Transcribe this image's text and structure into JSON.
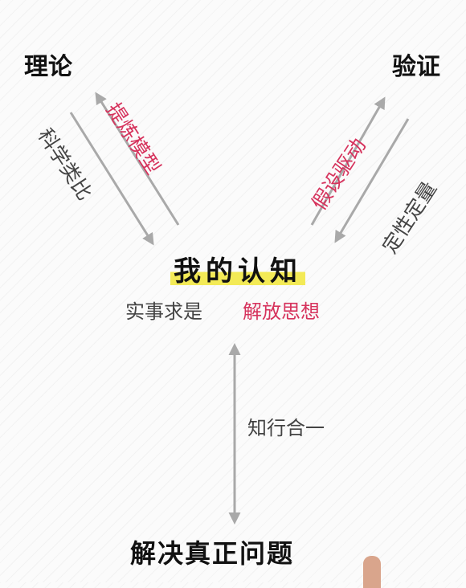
{
  "nodes": {
    "theory": "理论",
    "verification": "验证",
    "cognition": "我的认知",
    "problem": "解决真正问题"
  },
  "cognition_subtitle": {
    "left": "实事求是",
    "right": "解放思想"
  },
  "edges": {
    "refine_model": "提炼模型",
    "scientific_analogy": "科学类比",
    "hypothesis_driven": "假设驱动",
    "qualitative_quantitative": "定性定量",
    "unity_knowledge_action": "知行合一"
  },
  "colors": {
    "highlight": "#f3ea56",
    "accent": "#d6325c",
    "arrow": "#a9a9a9"
  }
}
